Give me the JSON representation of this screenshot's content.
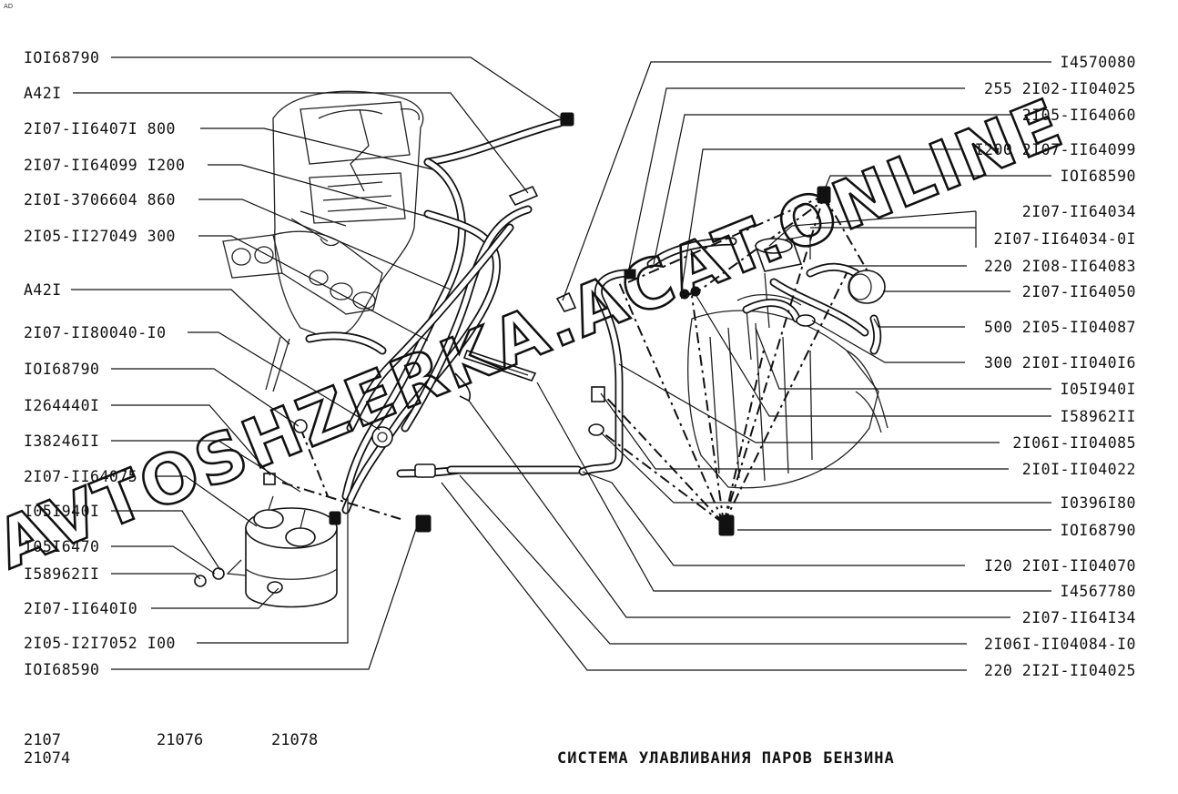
{
  "corner_mark": "AD",
  "watermark": "AVTOSHZERKA.ACAT.ONLINE",
  "title": "СИСТЕМА  УЛАВЛИВАНИЯ  ПАРОВ  БЕНЗИНА",
  "models": [
    "2107",
    "21074",
    "21076",
    "21078"
  ],
  "left_labels": [
    "IOI68790",
    "A42I",
    "2I07-II6407I 800",
    "2I07-II64099 I200",
    "2I0I-3706604 860",
    "2I05-II27049 300",
    "A42I",
    "2I07-II80040-I0",
    "IOI68790",
    "I264440I",
    "I38246II",
    "2I07-II64075",
    "I05I940I",
    "I05I6470",
    "I58962II",
    "2I07-II640I0",
    "2I05-I2I7052 I00",
    "IOI68590"
  ],
  "right_labels": [
    "I4570080",
    "255 2I02-II04025",
    "2I05-II64060",
    "I200 2I07-II64099",
    "IOI68590",
    "2I07-II64034",
    "2I07-II64034-0I",
    "220 2I08-II64083",
    "2I07-II64050",
    "500 2I05-II04087",
    "300 2I0I-II040I6",
    "I05I940I",
    "I58962II",
    "2I06I-II04085",
    "2I0I-II04022",
    "I0396I80",
    "IOI68790",
    "I20 2I0I-II04070",
    "I4567780",
    "2I07-II64I34",
    "2I06I-II04084-I0",
    "220 2I2I-II04025"
  ]
}
